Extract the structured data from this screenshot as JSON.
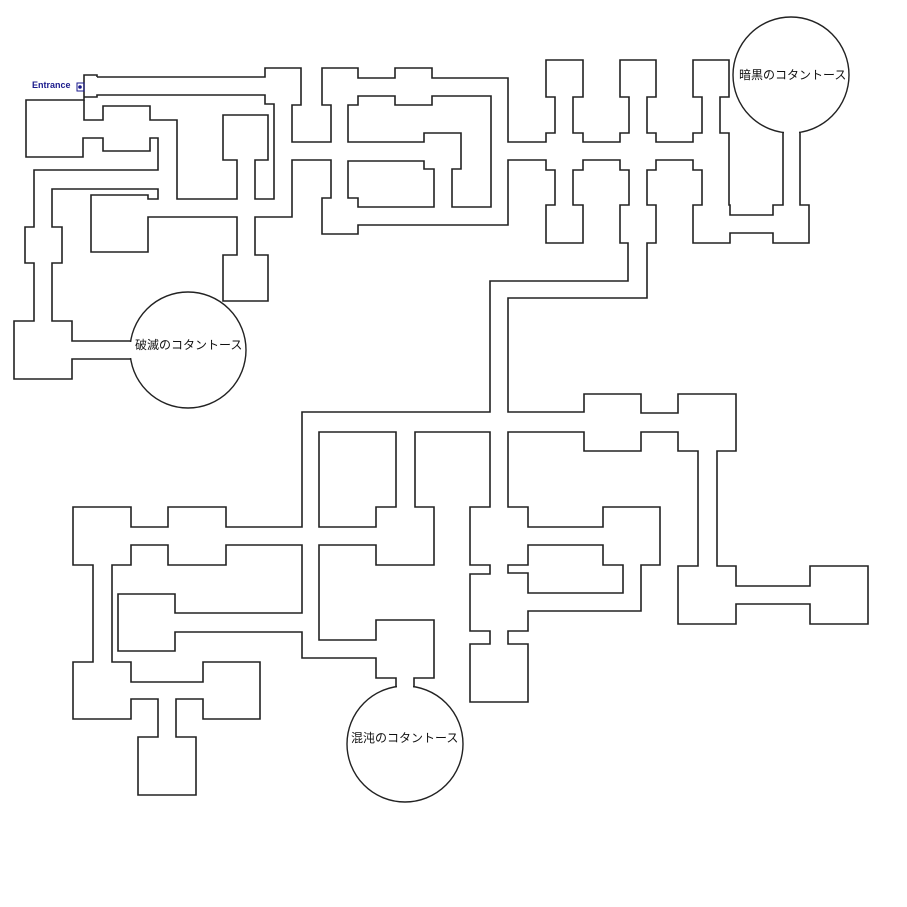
{
  "map": {
    "entrance_label": "Entrance",
    "rooms": [
      {
        "name": "暗黒のコタントース"
      },
      {
        "name": "破滅のコタントース"
      },
      {
        "name": "混沌のコタントース"
      }
    ]
  },
  "colors": {
    "walls": "#222222",
    "entrance": "#1a1a8c",
    "background": "#ffffff"
  }
}
